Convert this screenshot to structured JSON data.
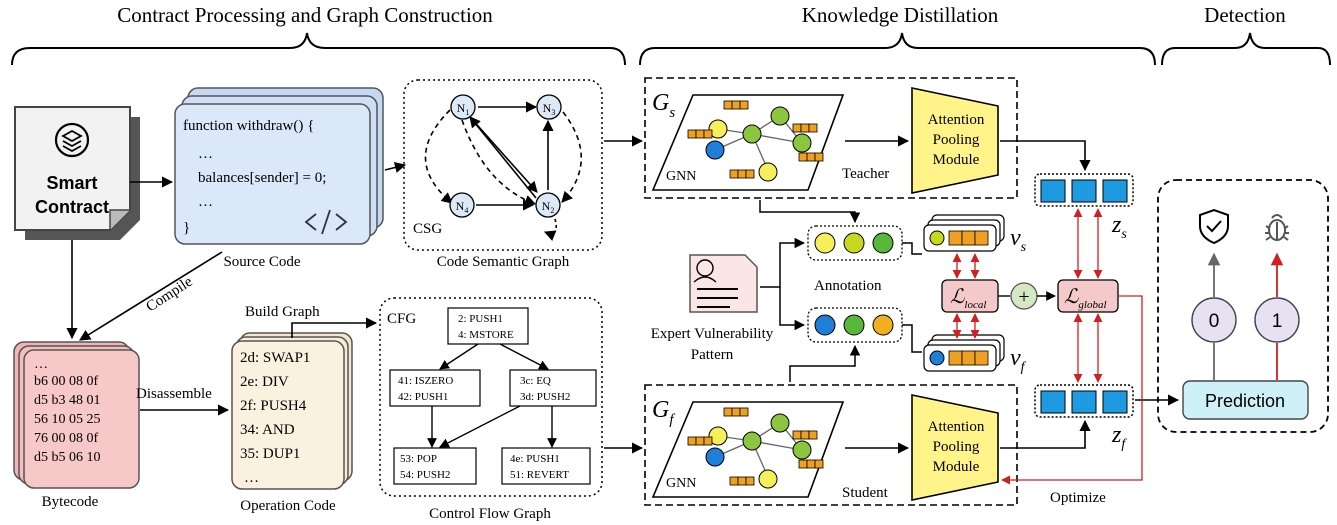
{
  "sections": {
    "processing": "Contract Processing and Graph Construction",
    "distillation": "Knowledge Distillation",
    "detection": "Detection"
  },
  "smart_contract": {
    "line1": "Smart",
    "line2": "Contract"
  },
  "source_code": {
    "lines": [
      "function withdraw() {",
      "…",
      "balances[sender] = 0;",
      "…",
      "}"
    ],
    "caption": "Source Code"
  },
  "csg": {
    "label": "CSG",
    "caption": "Code Semantic Graph",
    "nodes": [
      "N1",
      "N3",
      "N4",
      "N2"
    ]
  },
  "bytecode": {
    "lines": [
      "…",
      "b6 00 08 0f",
      "d5 b3 48 01",
      "56 10 05 25",
      "76 00 08 0f",
      "d5 b5 06 10"
    ],
    "caption": "Bytecode"
  },
  "arrows": {
    "compile": "Compile",
    "disassemble": "Disassemble",
    "build_graph": "Build Graph"
  },
  "opcode": {
    "lines": [
      "2d: SWAP1",
      "2e: DIV",
      "2f: PUSH4",
      "34: AND",
      "35: DUP1",
      "…"
    ],
    "caption": "Operation Code"
  },
  "cfg": {
    "label": "CFG",
    "caption": "Control Flow Graph",
    "blocks": [
      [
        "2: PUSH1",
        "4: MSTORE"
      ],
      [
        "41: ISZERO",
        "42: PUSH1"
      ],
      [
        "3c: EQ",
        "3d: PUSH2"
      ],
      [
        "53: POP",
        "54: PUSH2"
      ],
      [
        "4e: PUSH1",
        "51: REVERT"
      ]
    ]
  },
  "teacher": {
    "graph_label": "G",
    "graph_sub": "s",
    "gnn": "GNN",
    "role": "Teacher",
    "pool": [
      "Attention",
      "Pooling",
      "Module"
    ]
  },
  "student": {
    "graph_label": "G",
    "graph_sub": "f",
    "gnn": "GNN",
    "role": "Student",
    "pool": [
      "Attention",
      "Pooling",
      "Module"
    ]
  },
  "expert": {
    "line1": "Expert Vulnerability",
    "line2": "Pattern",
    "annotation": "Annotation"
  },
  "vectors": {
    "vs": "v",
    "vs_sub": "s",
    "vf": "v",
    "vf_sub": "f",
    "zs": "z",
    "zs_sub": "s",
    "zf": "z",
    "zf_sub": "f"
  },
  "losses": {
    "local_sub": "local",
    "global_sub": "global",
    "plus": "+"
  },
  "optimize": "Optimize",
  "detection": {
    "out0": "0",
    "out1": "1",
    "prediction": "Prediction"
  },
  "colors": {
    "graph_blue": "#1f7ed8",
    "graph_green": "#8cc63f",
    "graph_yellow": "#f5f05a",
    "feat_orange": "#f0a020",
    "vec_blue": "#1e9be0",
    "pool_yellow": "#fff38a",
    "source_blue": "#dbe8fa",
    "bytecode_pink": "#f7c8c8",
    "opcode_cream": "#fbf1df",
    "loss_pink": "#f4c9c9",
    "pred_cyan": "#cdf1f7",
    "accent_red": "#d02020"
  }
}
